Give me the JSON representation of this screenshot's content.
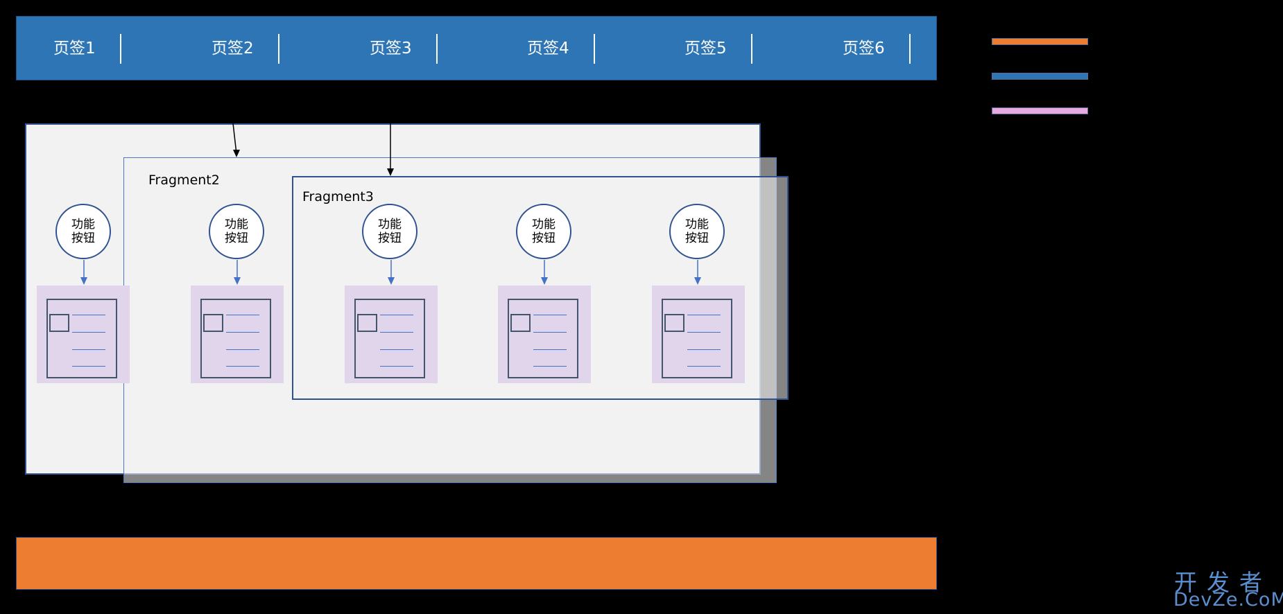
{
  "tabs": [
    {
      "label": "页签1"
    },
    {
      "label": "页签2"
    },
    {
      "label": "页签3"
    },
    {
      "label": "页签4"
    },
    {
      "label": "页签5"
    },
    {
      "label": "页签6"
    }
  ],
  "legend": {
    "colors": [
      "#ed7d31",
      "#2e75b6",
      "#e6a9e0"
    ]
  },
  "fragments": {
    "fragment2_label": "Fragment2",
    "fragment3_label": "Fragment3"
  },
  "function_button_label": "功能按钮",
  "function_buttons": [
    {
      "label": "功能按钮"
    },
    {
      "label": "功能按钮"
    },
    {
      "label": "功能按钮"
    },
    {
      "label": "功能按钮"
    },
    {
      "label": "功能按钮"
    }
  ],
  "watermark": {
    "line1": "开发者",
    "line2": "DevZe.CoM"
  },
  "colors": {
    "tab_bar": "#2e75b6",
    "bottom_bar": "#ed7d31",
    "panel": "#f2f2f2",
    "card": "#e1d5eb",
    "border": "#2f528f"
  }
}
